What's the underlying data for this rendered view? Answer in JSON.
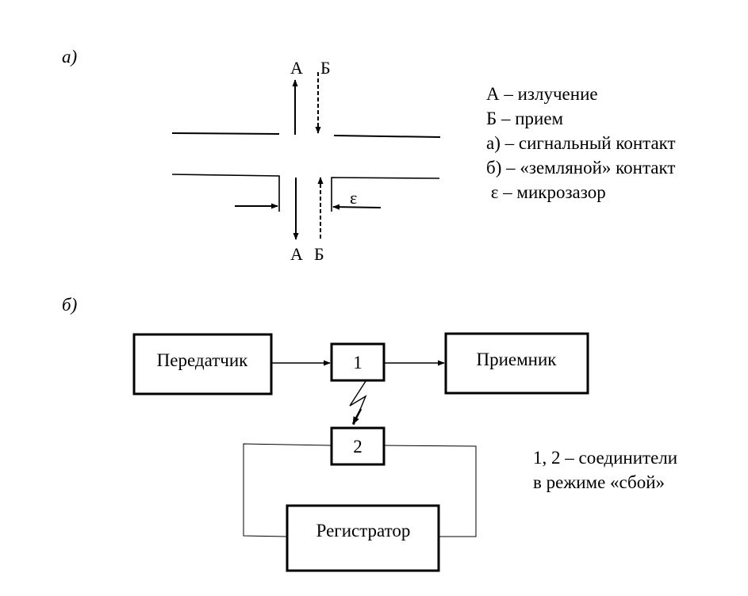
{
  "part_a": {
    "label": "а)",
    "arrow_labels": {
      "top_a": "А",
      "top_b": "Б",
      "bottom_a": "А",
      "bottom_b": "Б",
      "gap": "ε"
    },
    "legend": [
      "А – излучение",
      "Б – прием",
      "а) – сигнальный контакт",
      "б) – «земляной» контакт",
      " ε – микрозазор"
    ]
  },
  "part_b": {
    "label": "б)",
    "blocks": {
      "transmitter": "Передатчик",
      "connector_1": "1",
      "receiver": "Приемник",
      "connector_2": "2",
      "recorder": "Регистратор"
    },
    "legend": [
      "1, 2 – соединители",
      "в режиме «сбой»"
    ]
  }
}
